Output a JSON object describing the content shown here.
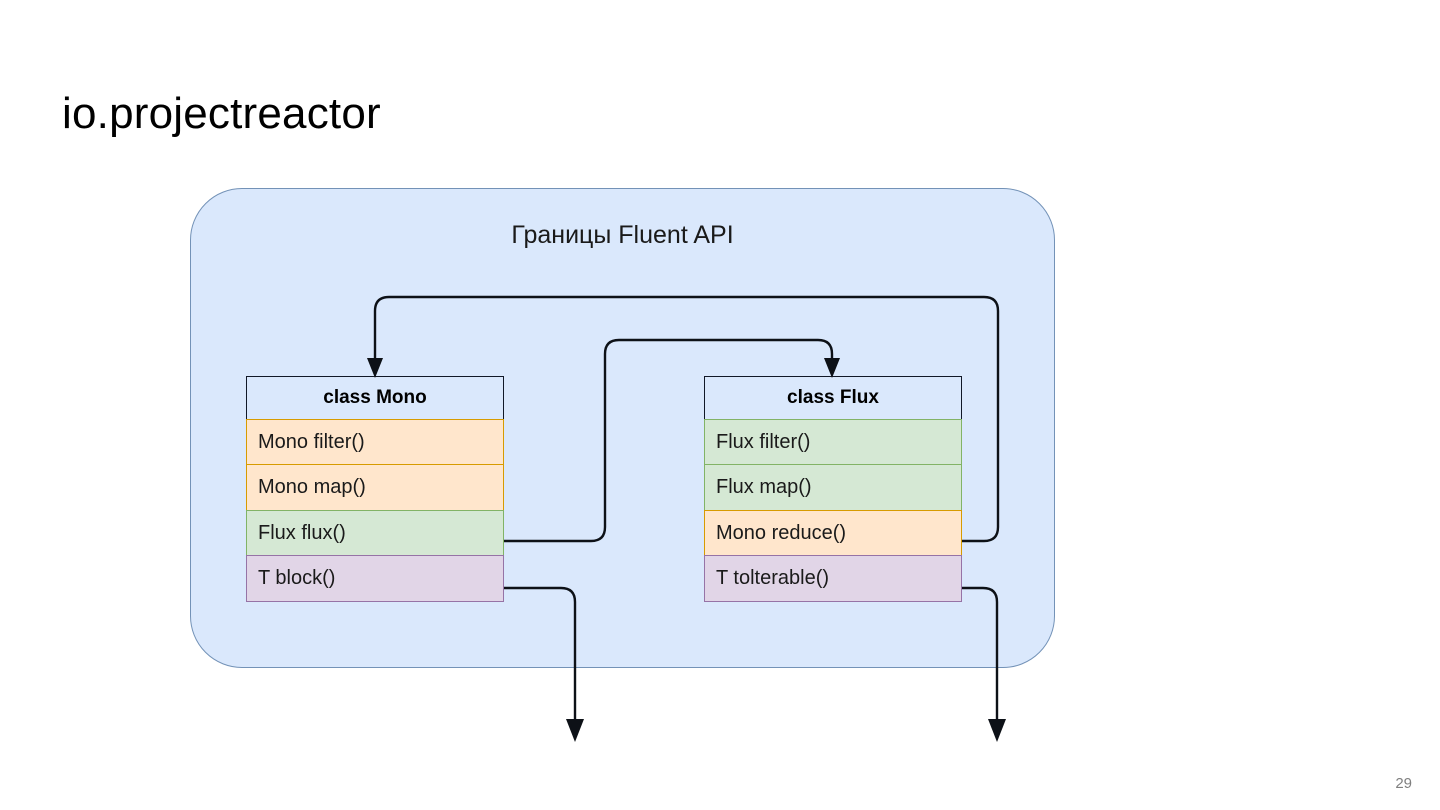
{
  "slide": {
    "title": "io.projectreactor",
    "page_number": "29",
    "page_number_color": "#7f7f7f",
    "background_color": "#ffffff"
  },
  "diagram": {
    "boundary": {
      "label": "Границы Fluent API",
      "fill_color": "#dae8fc",
      "border_color": "#7392b7"
    },
    "classes": [
      {
        "name": "class-mono",
        "header": "class Mono",
        "header_fill": "#dae8fc",
        "header_border": "#111827",
        "rows": [
          {
            "label": "Mono filter()",
            "style": "orange",
            "fill": "#ffe6cc",
            "border": "#d79b00"
          },
          {
            "label": "Mono map()",
            "style": "orange",
            "fill": "#ffe6cc",
            "border": "#d79b00"
          },
          {
            "label": "Flux flux()",
            "style": "green",
            "fill": "#d5e8d4",
            "border": "#82b366"
          },
          {
            "label": "T block()",
            "style": "purple",
            "fill": "#e1d5e7",
            "border": "#9673a6"
          }
        ]
      },
      {
        "name": "class-flux",
        "header": "class Flux",
        "header_fill": "#dae8fc",
        "header_border": "#111827",
        "rows": [
          {
            "label": "Flux filter()",
            "style": "green",
            "fill": "#d5e8d4",
            "border": "#82b366"
          },
          {
            "label": "Flux map()",
            "style": "green",
            "fill": "#d5e8d4",
            "border": "#82b366"
          },
          {
            "label": "Mono reduce()",
            "style": "orange",
            "fill": "#ffe6cc",
            "border": "#d79b00"
          },
          {
            "label": "T tolterable()",
            "style": "purple",
            "fill": "#e1d5e7",
            "border": "#9673a6"
          }
        ]
      }
    ],
    "connectors": [
      {
        "name": "flux-flux-to-class-flux",
        "from": "Flux flux()",
        "to": "class Flux",
        "arrow_color": "#0d1117"
      },
      {
        "name": "mono-reduce-to-class-mono",
        "from": "Mono reduce()",
        "to": "class Mono",
        "arrow_color": "#0d1117"
      },
      {
        "name": "t-block-exits-boundary",
        "from": "T block()",
        "to": "outside Fluent API boundary",
        "arrow_color": "#0d1117"
      },
      {
        "name": "t-tolterable-exits-boundary",
        "from": "T tolterable()",
        "to": "outside Fluent API boundary",
        "arrow_color": "#0d1117"
      }
    ]
  }
}
